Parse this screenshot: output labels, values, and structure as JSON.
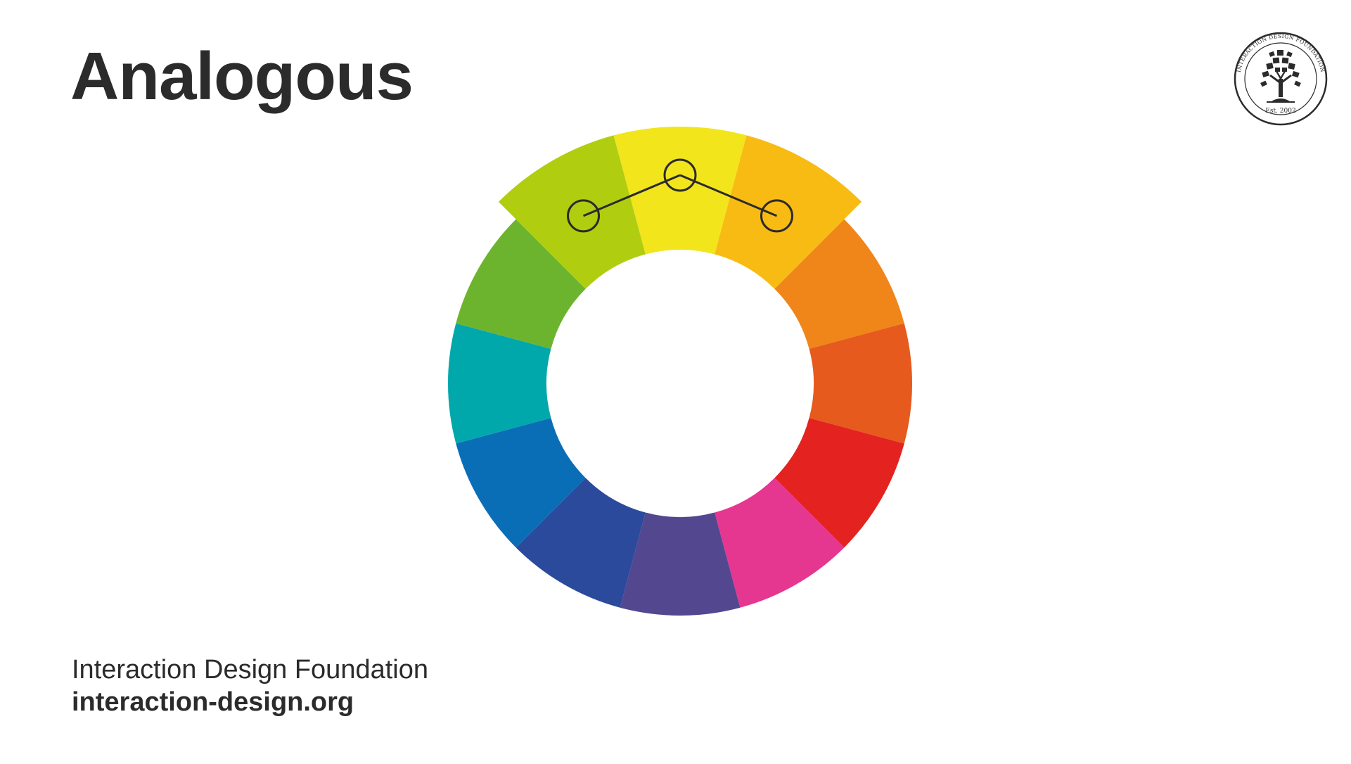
{
  "title": "Analogous",
  "footer": {
    "organization": "Interaction Design Foundation",
    "url": "interaction-design.org"
  },
  "logo": {
    "ring_text": "INTERACTION DESIGN FOUNDATION",
    "established": "Est. 2002",
    "icon": "tree-icon"
  },
  "color_wheel": {
    "segments": [
      {
        "name": "yellow",
        "color": "#F2E51C",
        "highlighted": true
      },
      {
        "name": "yellow-orange",
        "color": "#F8BB13",
        "highlighted": true
      },
      {
        "name": "orange",
        "color": "#F08519",
        "highlighted": false
      },
      {
        "name": "red-orange",
        "color": "#E65A1E",
        "highlighted": false
      },
      {
        "name": "red",
        "color": "#E42320",
        "highlighted": false
      },
      {
        "name": "magenta",
        "color": "#E53690",
        "highlighted": false
      },
      {
        "name": "violet",
        "color": "#534790",
        "highlighted": false
      },
      {
        "name": "blue-violet",
        "color": "#2B4A9C",
        "highlighted": false
      },
      {
        "name": "blue",
        "color": "#0A6EB7",
        "highlighted": false
      },
      {
        "name": "teal",
        "color": "#00A8AB",
        "highlighted": false
      },
      {
        "name": "green",
        "color": "#6DB42E",
        "highlighted": false
      },
      {
        "name": "yellow-green",
        "color": "#B1CD10",
        "highlighted": true
      }
    ],
    "selected": [
      "yellow-green",
      "yellow",
      "yellow-orange"
    ],
    "marker_color": "#2b2b2b"
  }
}
